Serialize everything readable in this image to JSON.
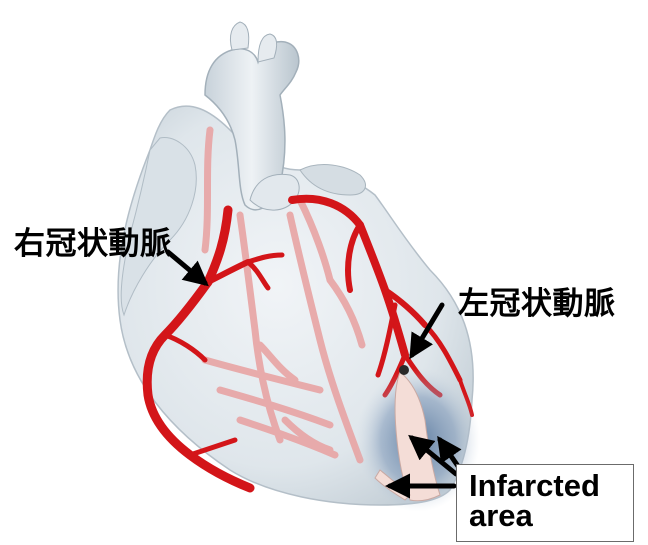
{
  "labels": {
    "right_coronary_artery": "右冠状動脈",
    "left_coronary_artery": "左冠状動脈",
    "infarcted_area": "Infarcted\narea"
  },
  "colors": {
    "heart_body": "#e3e9ee",
    "heart_shadow": "#b8c4cc",
    "artery_red": "#d4141a",
    "vessel_pink": "#e9a3a3",
    "infarct_blue": "#5a7fa8",
    "infarct_pale": "#f3dcd6",
    "arrow": "#000000"
  }
}
